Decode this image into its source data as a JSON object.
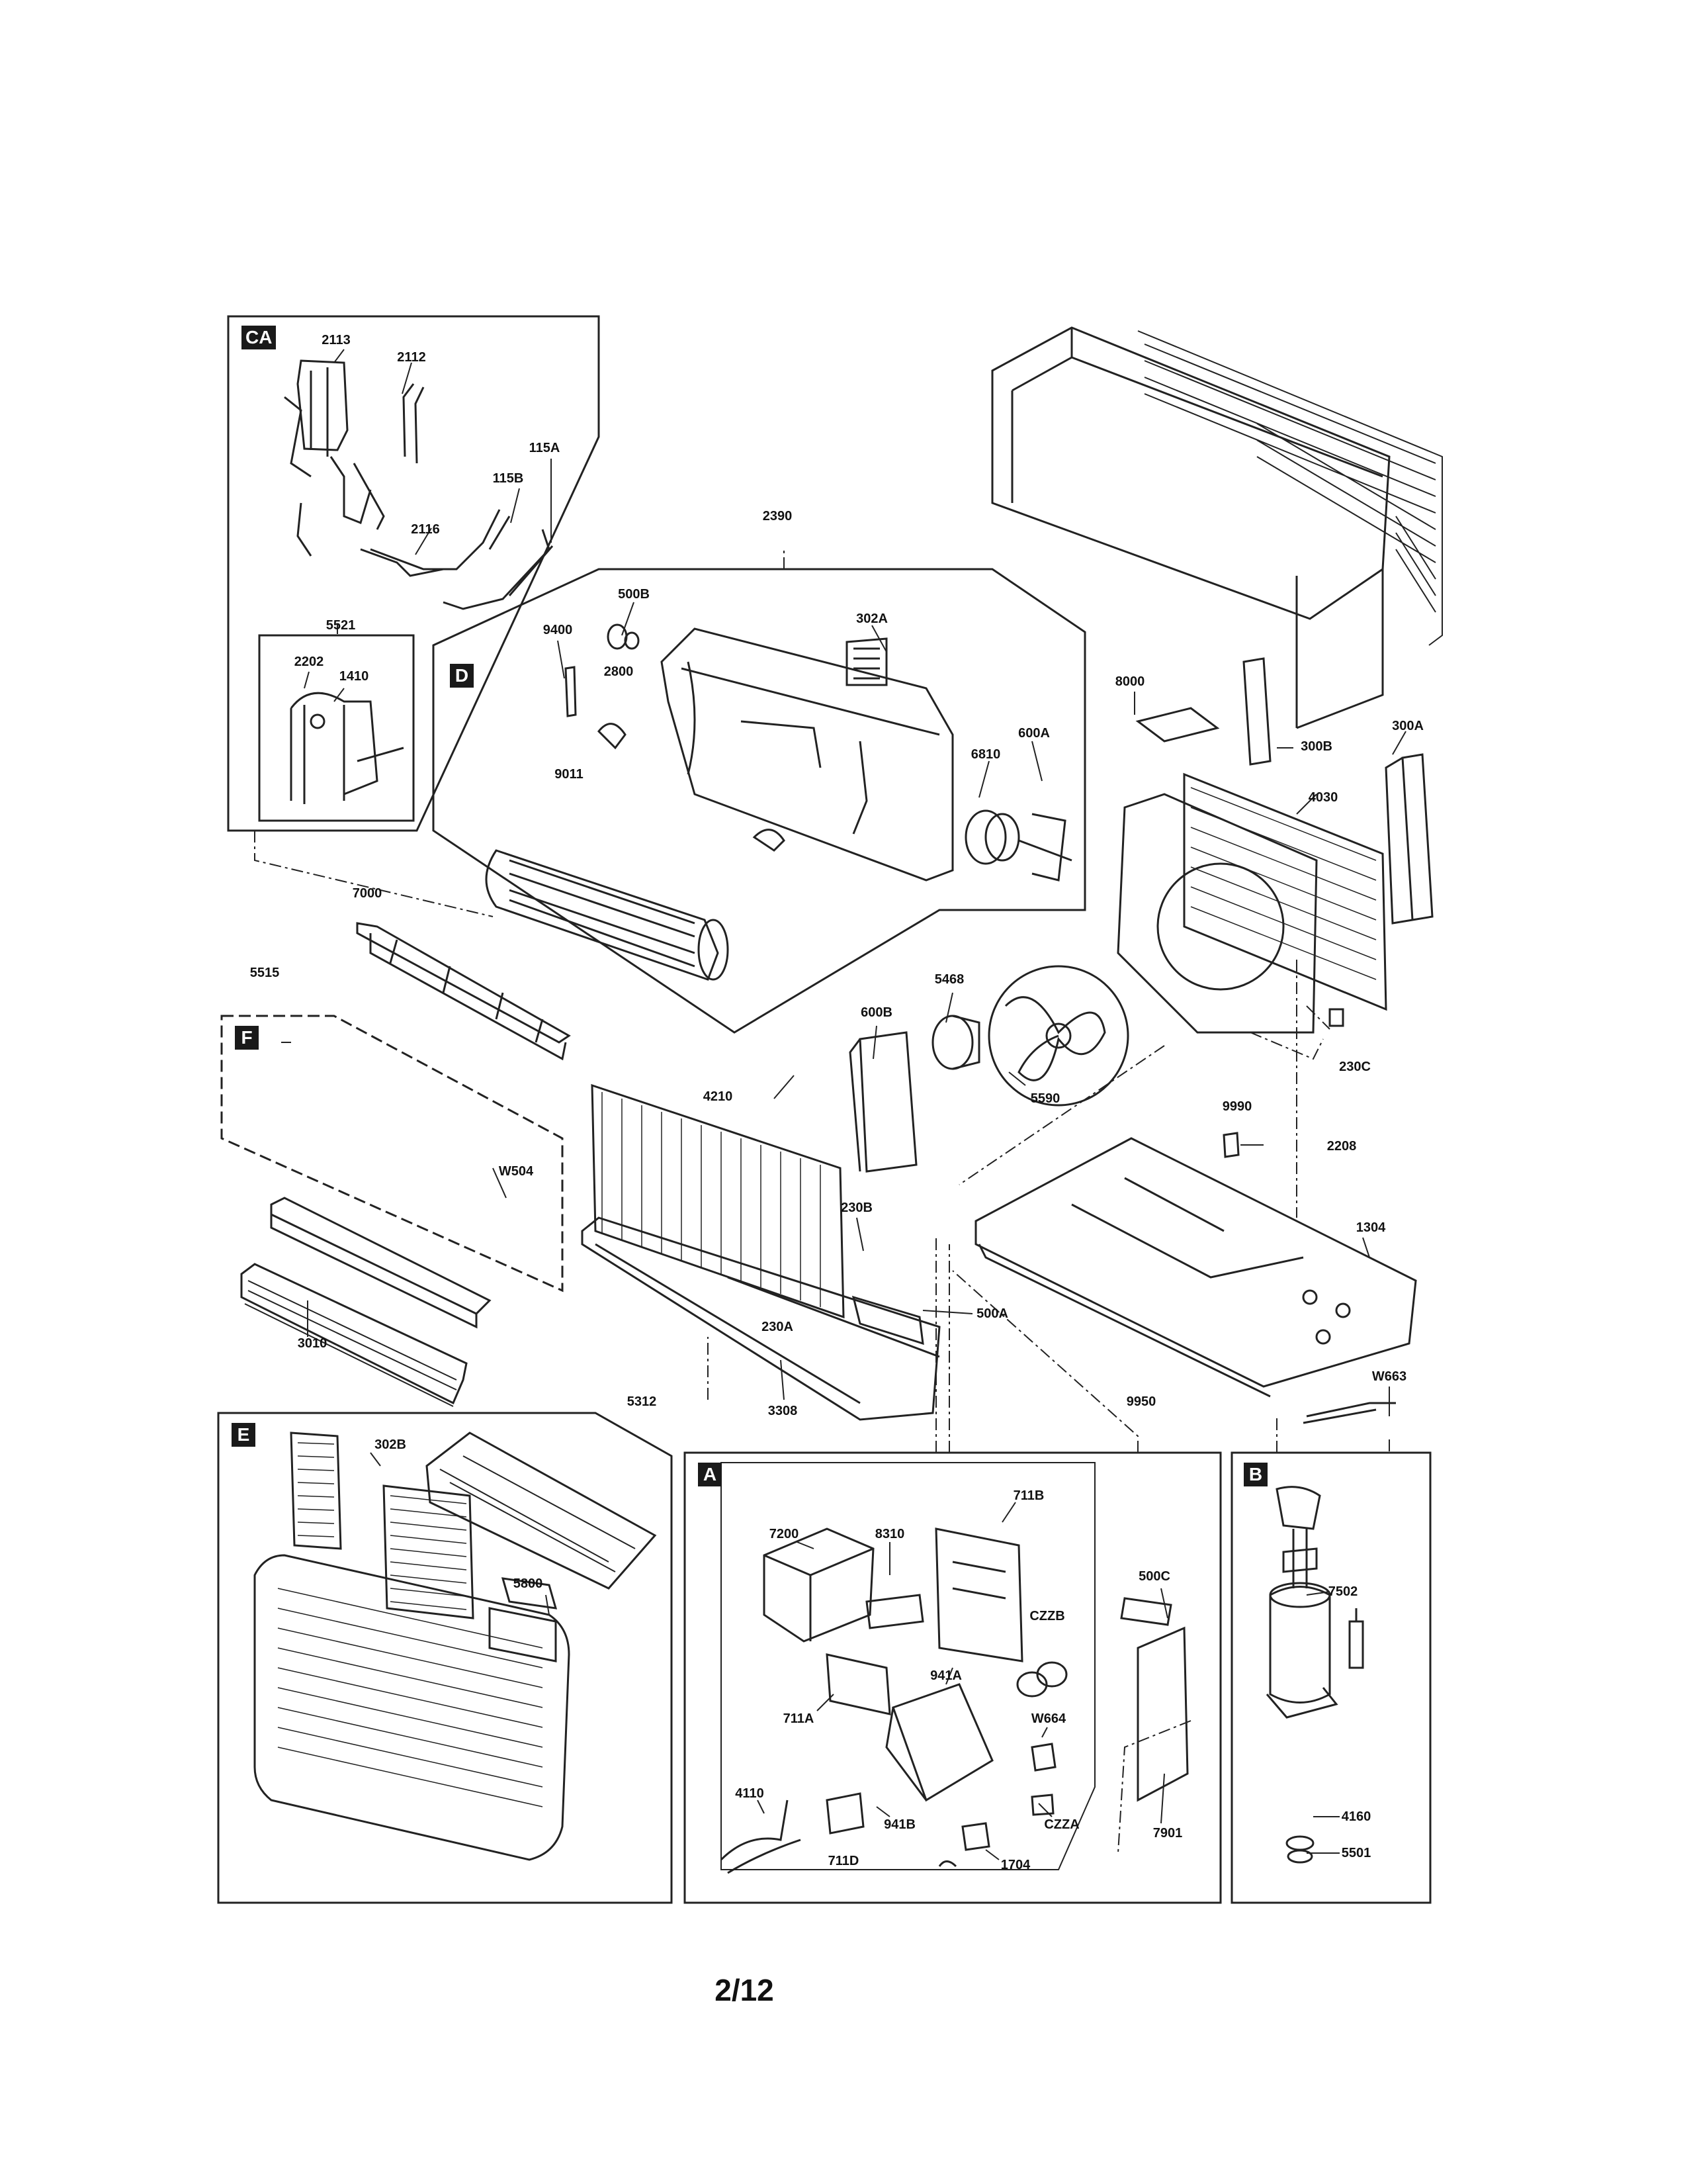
{
  "sections": {
    "ca": "CA",
    "d": "D",
    "f": "F",
    "e": "E",
    "a": "A",
    "b": "B"
  },
  "parts": {
    "p2113": "2113",
    "p2112": "2112",
    "p115A": "115A",
    "p115B": "115B",
    "p2116": "2116",
    "p5521": "5521",
    "p2202": "2202",
    "p1410": "1410",
    "p2390": "2390",
    "p500B": "500B",
    "p9400": "9400",
    "p2800": "2800",
    "p302A": "302A",
    "p9011": "9011",
    "p6810": "6810",
    "p600A": "600A",
    "p8000": "8000",
    "p300B": "300B",
    "p300A": "300A",
    "p4030": "4030",
    "p7000": "7000",
    "p5515": "5515",
    "pW504": "W504",
    "p3010": "3010",
    "p5468": "5468",
    "p600B": "600B",
    "p5590": "5590",
    "p9990": "9990",
    "p230C": "230C",
    "p4210": "4210",
    "p230B": "230B",
    "p2208": "2208",
    "p1304": "1304",
    "p230A": "230A",
    "p500A": "500A",
    "p3308": "3308",
    "pW663": "W663",
    "p5312": "5312",
    "p9950": "9950",
    "p302B": "302B",
    "p5800": "5800",
    "p7200": "7200",
    "p8310": "8310",
    "p711B": "711B",
    "p500C": "500C",
    "pCZZB": "CZZB",
    "p941A": "941A",
    "p711A": "711A",
    "pW664": "W664",
    "p4110": "4110",
    "pCZZA": "CZZA",
    "p941B": "941B",
    "p711D": "711D",
    "p1704": "1704",
    "p7901": "7901",
    "p7502": "7502",
    "p4160": "4160",
    "p5501": "5501"
  },
  "page_number": "2/12"
}
